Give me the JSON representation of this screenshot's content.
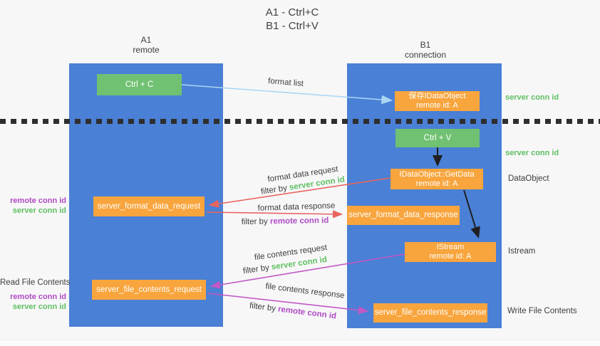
{
  "title": {
    "line1": "A1 - Ctrl+C",
    "line2": "B1 - Ctrl+V"
  },
  "columns": {
    "left": {
      "name": "A1",
      "role": "remote"
    },
    "right": {
      "name": "B1",
      "role": "connection"
    }
  },
  "nodes": {
    "ctrl_c": {
      "label": "Ctrl + C"
    },
    "ctrl_v": {
      "label": "Ctrl + V"
    },
    "save_dataobject": {
      "line1": "保存IDataObject",
      "line2": "remote id: A"
    },
    "getdata": {
      "line1": "IDataObject::GetData",
      "line2": "remote id: A"
    },
    "istream": {
      "line1": "IStream",
      "line2": "remote id: A"
    },
    "server_format_data_request": {
      "label": "server_format_data_request"
    },
    "server_format_data_response": {
      "label": "server_format_data_response"
    },
    "server_file_contents_request": {
      "label": "server_file_contents_request"
    },
    "server_file_contents_response": {
      "label": "server_file_contents_response"
    }
  },
  "edge_labels": {
    "format_list": "format list",
    "format_data_request": "format data request",
    "format_data_response": "format data response",
    "file_contents_request": "file contents request",
    "file_contents_response": "file contents response",
    "filter_by": "filter by",
    "server_conn_id": "server conn id",
    "remote_conn_id": "remote conn id"
  },
  "side_labels": {
    "left_group1": {
      "remote_conn_id": "remote conn id",
      "server_conn_id": "server conn id"
    },
    "read_file_contents": "Read File Contents",
    "left_group2": {
      "remote_conn_id": "remote conn id",
      "server_conn_id": "server conn id"
    },
    "server_conn_id_top": "server conn id",
    "server_conn_id_mid": "server conn id",
    "dataobject": "DataObject",
    "istream": "Istream",
    "write_file_contents": "Write File Contents"
  },
  "colors": {
    "column_blue": "#4a80d5",
    "green_box": "#71c173",
    "orange_box": "#f8a53d",
    "green_text": "#5fbf61",
    "purple_text": "#b04ac4",
    "red_arrow": "#e8655f",
    "magenta_arrow": "#c158c5",
    "light_blue_arrow": "#a9d6f3",
    "black_arrow": "#1f1f1f"
  }
}
